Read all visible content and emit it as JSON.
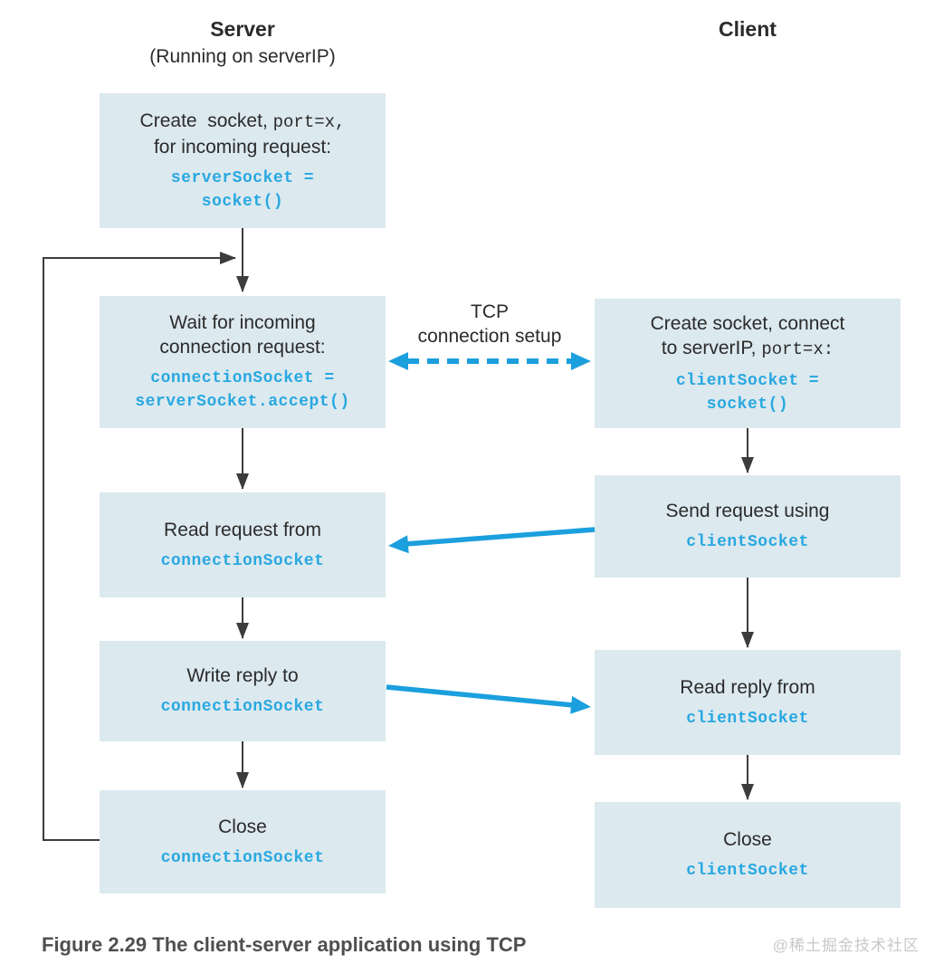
{
  "server": {
    "title": "Server",
    "subtitle": "(Running on serverIP)",
    "box_create": {
      "line1_text": "Create  socket, ",
      "line1_code": "port=x,",
      "line2": "for incoming request:",
      "code_line1": "serverSocket =",
      "code_line2": "socket()"
    },
    "box_wait": {
      "line1": "Wait for incoming",
      "line2": "connection request:",
      "code_line1": "connectionSocket =",
      "code_line2": "serverSocket.accept()"
    },
    "box_read": {
      "line1": "Read request from",
      "code_line1": "connectionSocket"
    },
    "box_write": {
      "line1": "Write reply to",
      "code_line1": "connectionSocket"
    },
    "box_close": {
      "line1": "Close",
      "code_line1": "connectionSocket"
    }
  },
  "client": {
    "title": "Client",
    "box_create": {
      "line1": "Create socket, connect",
      "line2_text": "to serverIP, ",
      "line2_code": "port=x:",
      "code_line1": "clientSocket =",
      "code_line2": "socket()"
    },
    "box_send": {
      "line1": "Send request using",
      "code_line1": "clientSocket"
    },
    "box_read": {
      "line1": "Read reply from",
      "code_line1": "clientSocket"
    },
    "box_close": {
      "line1": "Close",
      "code_line1": "clientSocket"
    }
  },
  "annotations": {
    "tcp_label_line1": "TCP",
    "tcp_label_line2": "connection setup"
  },
  "caption": "Figure 2.29 The client-server application using TCP",
  "watermark": "@稀土掘金技术社区",
  "colors": {
    "box_fill": "#dce9ef",
    "code_blue": "#29a8e0",
    "arrow_blue": "#1b9fdd",
    "line_dark": "#3c3c3c",
    "text_dark": "#2b2b2b",
    "caption_gray": "#4f4f4f",
    "watermark_gray": "#c8c8c8"
  }
}
